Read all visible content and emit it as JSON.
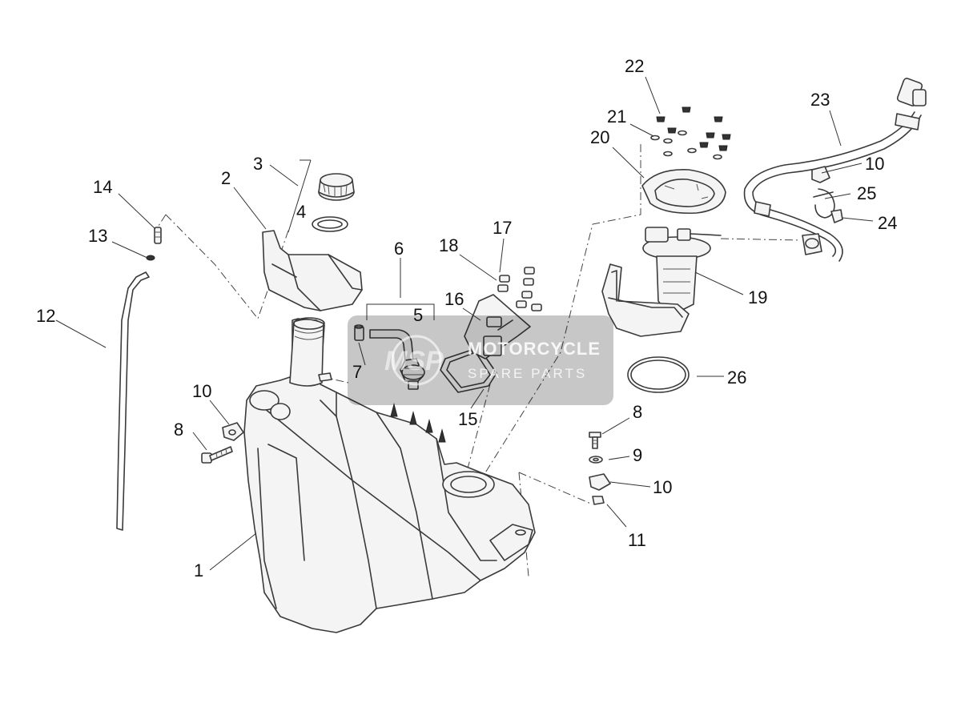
{
  "callouts": [
    {
      "id": "c1",
      "text": "1"
    },
    {
      "id": "c2",
      "text": "2"
    },
    {
      "id": "c3",
      "text": "3"
    },
    {
      "id": "c4",
      "text": "4"
    },
    {
      "id": "c5",
      "text": "5"
    },
    {
      "id": "c6",
      "text": "6"
    },
    {
      "id": "c7",
      "text": "7"
    },
    {
      "id": "c8a",
      "text": "8"
    },
    {
      "id": "c8b",
      "text": "8"
    },
    {
      "id": "c9",
      "text": "9"
    },
    {
      "id": "c10a",
      "text": "10"
    },
    {
      "id": "c10b",
      "text": "10"
    },
    {
      "id": "c10c",
      "text": "10"
    },
    {
      "id": "c11",
      "text": "11"
    },
    {
      "id": "c12",
      "text": "12"
    },
    {
      "id": "c13",
      "text": "13"
    },
    {
      "id": "c14",
      "text": "14"
    },
    {
      "id": "c15",
      "text": "15"
    },
    {
      "id": "c16",
      "text": "16"
    },
    {
      "id": "c17",
      "text": "17"
    },
    {
      "id": "c18",
      "text": "18"
    },
    {
      "id": "c19",
      "text": "19"
    },
    {
      "id": "c20",
      "text": "20"
    },
    {
      "id": "c21",
      "text": "21"
    },
    {
      "id": "c22",
      "text": "22"
    },
    {
      "id": "c23",
      "text": "23"
    },
    {
      "id": "c24",
      "text": "24"
    },
    {
      "id": "c25",
      "text": "25"
    },
    {
      "id": "c26",
      "text": "26"
    }
  ],
  "watermark": {
    "logo_text": "MSP",
    "line1": "MOTORCYCLE",
    "line2": "SPARE PARTS"
  },
  "colors": {
    "line": "#3a3a3a",
    "background": "#ffffff",
    "watermark": "#000000"
  }
}
